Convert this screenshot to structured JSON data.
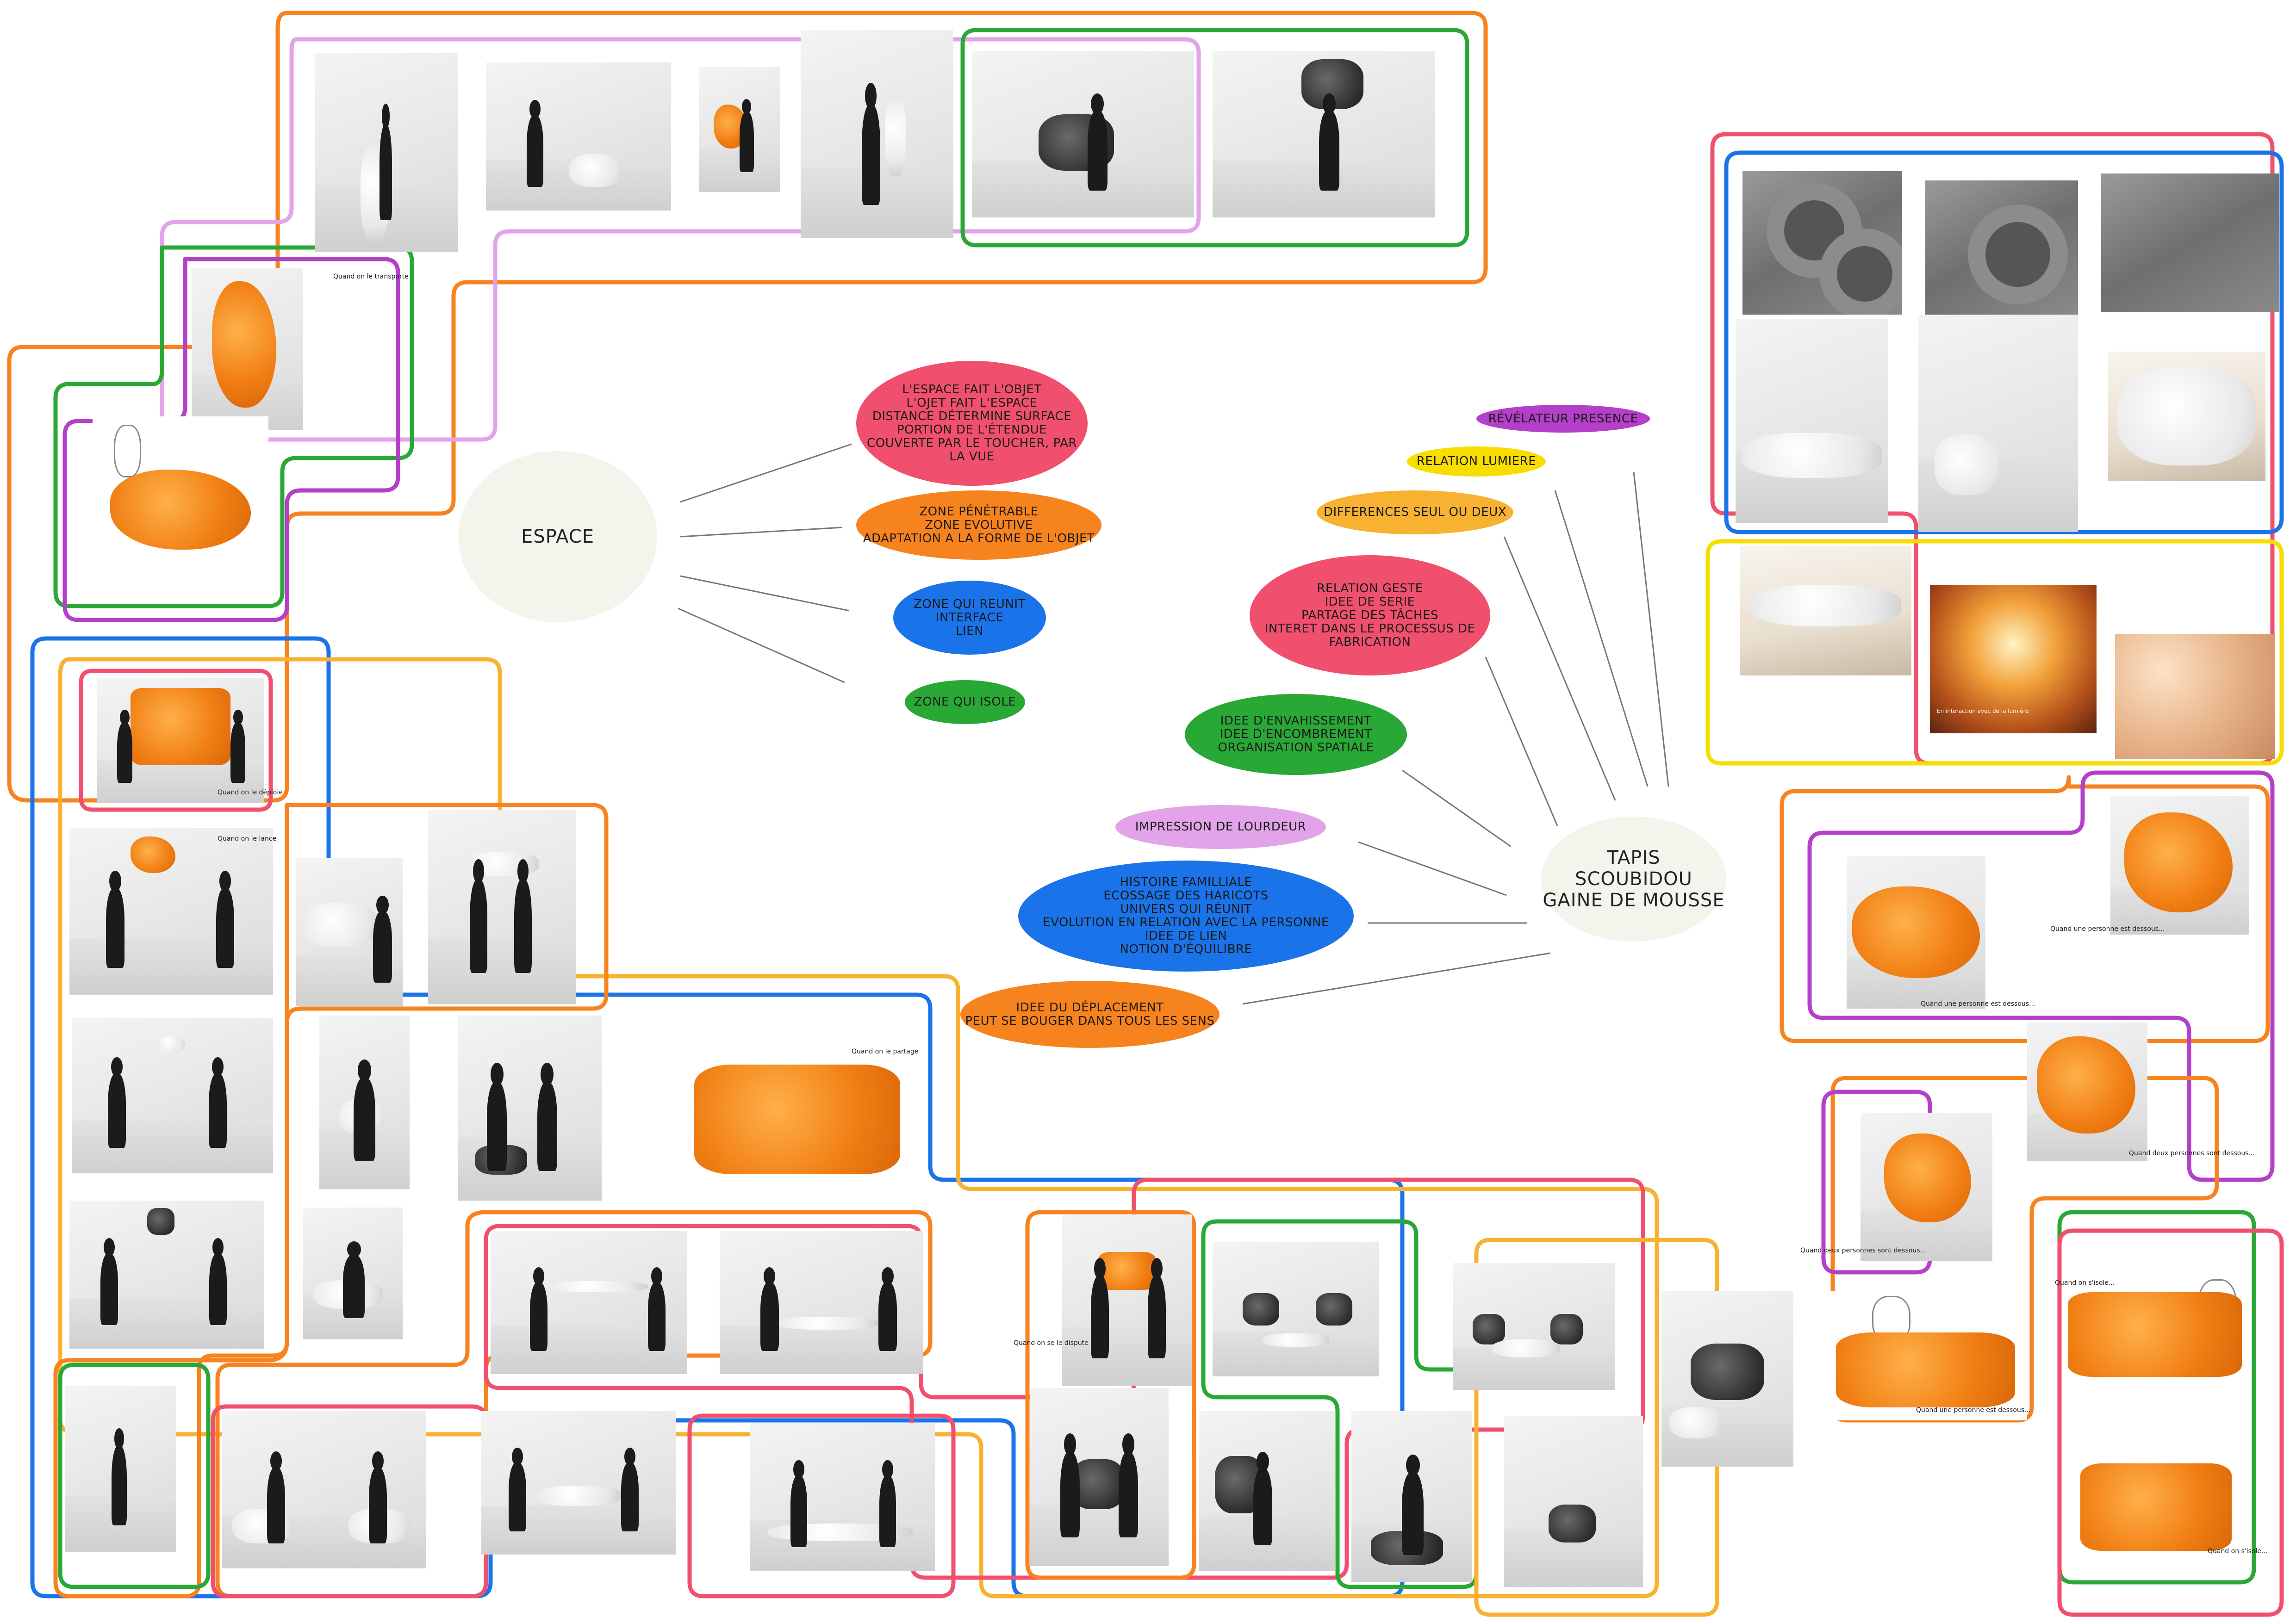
{
  "palette": {
    "red": "#f0506e",
    "orange": "#f7831f",
    "green": "#2aa836",
    "blue": "#1a73e8",
    "purple": "#b43fc8",
    "pink": "#e2a3e8",
    "yellow": "#f7de00",
    "lightorange": "#f8b232",
    "hub": "#f5f4ec"
  },
  "hub_espace": {
    "lines": [
      "ESPACE"
    ]
  },
  "hub_tapis": {
    "lines": [
      "TAPIS",
      "SCOUBIDOU",
      "GAINE DE MOUSSE"
    ]
  },
  "espace_nodes": [
    {
      "color": "#f0506e",
      "lines": [
        "L'ESPACE FAIT L'OBJET",
        "L'OJET FAIT L'ESPACE",
        "DISTANCE DÉTERMINE SURFACE",
        "PORTION DE L'ÉTENDUE",
        "COUVERTE PAR LE TOUCHER, PAR",
        "LA VUE"
      ]
    },
    {
      "color": "#f7831f",
      "lines": [
        "ZONE PÉNÉTRABLE",
        "ZONE EVOLUTIVE",
        "ADAPTATION A LA FORME DE L'OBJET"
      ]
    },
    {
      "color": "#1a73e8",
      "lines": [
        "ZONE QUI REUNIT",
        "INTERFACE",
        "LIEN"
      ]
    },
    {
      "color": "#2aa836",
      "lines": [
        "ZONE QUI ISOLE"
      ]
    }
  ],
  "tapis_nodes": [
    {
      "color": "#b43fc8",
      "lines": [
        "RÉVÉLATEUR PRESENCE"
      ]
    },
    {
      "color": "#f7de00",
      "lines": [
        "RELATION LUMIERE"
      ]
    },
    {
      "color": "#f8b232",
      "lines": [
        "DIFFERENCES SEUL OU DEUX"
      ]
    },
    {
      "color": "#f0506e",
      "lines": [
        "RELATION GESTE",
        "IDEE DE SERIE",
        "PARTAGE DES TÂCHES",
        "INTERET DANS LE PROCESSUS DE",
        "FABRICATION"
      ]
    },
    {
      "color": "#2aa836",
      "lines": [
        "IDEE D'ENVAHISSEMENT",
        "IDEE D'ENCOMBREMENT",
        "ORGANISATION SPATIALE"
      ]
    },
    {
      "color": "#e2a3e8",
      "lines": [
        "IMPRESSION DE LOURDEUR"
      ]
    },
    {
      "color": "#1a73e8",
      "lines": [
        "HISTOIRE FAMILLIALE",
        "ECOSSAGE DES HARICOTS",
        "UNIVERS QUI RÉUNIT",
        "EVOLUTION EN RELATION AVEC LA PERSONNE",
        "IDEE DE LIEN",
        "NOTION D'ÉQUILIBRE"
      ]
    },
    {
      "color": "#f7831f",
      "lines": [
        "IDEE DU DÉPLACEMENT",
        "PEUT SE BOUGER DANS TOUS LES SENS"
      ]
    }
  ],
  "captions": [
    "Quand on le transporte",
    "Quand on le déploie",
    "Quand on le lance",
    "Quand on le partage",
    "Quand on se le dispute",
    "Quand une personne est dessous...",
    "Quand une personne est dessous...",
    "Quand deux personnes sont dessous...",
    "Quand deux personnes sont dessous...",
    "Quand une personne est dessous...",
    "Quand on s'isole...",
    "Quand on s'isole...",
    "En interaction avec de la lumière"
  ]
}
